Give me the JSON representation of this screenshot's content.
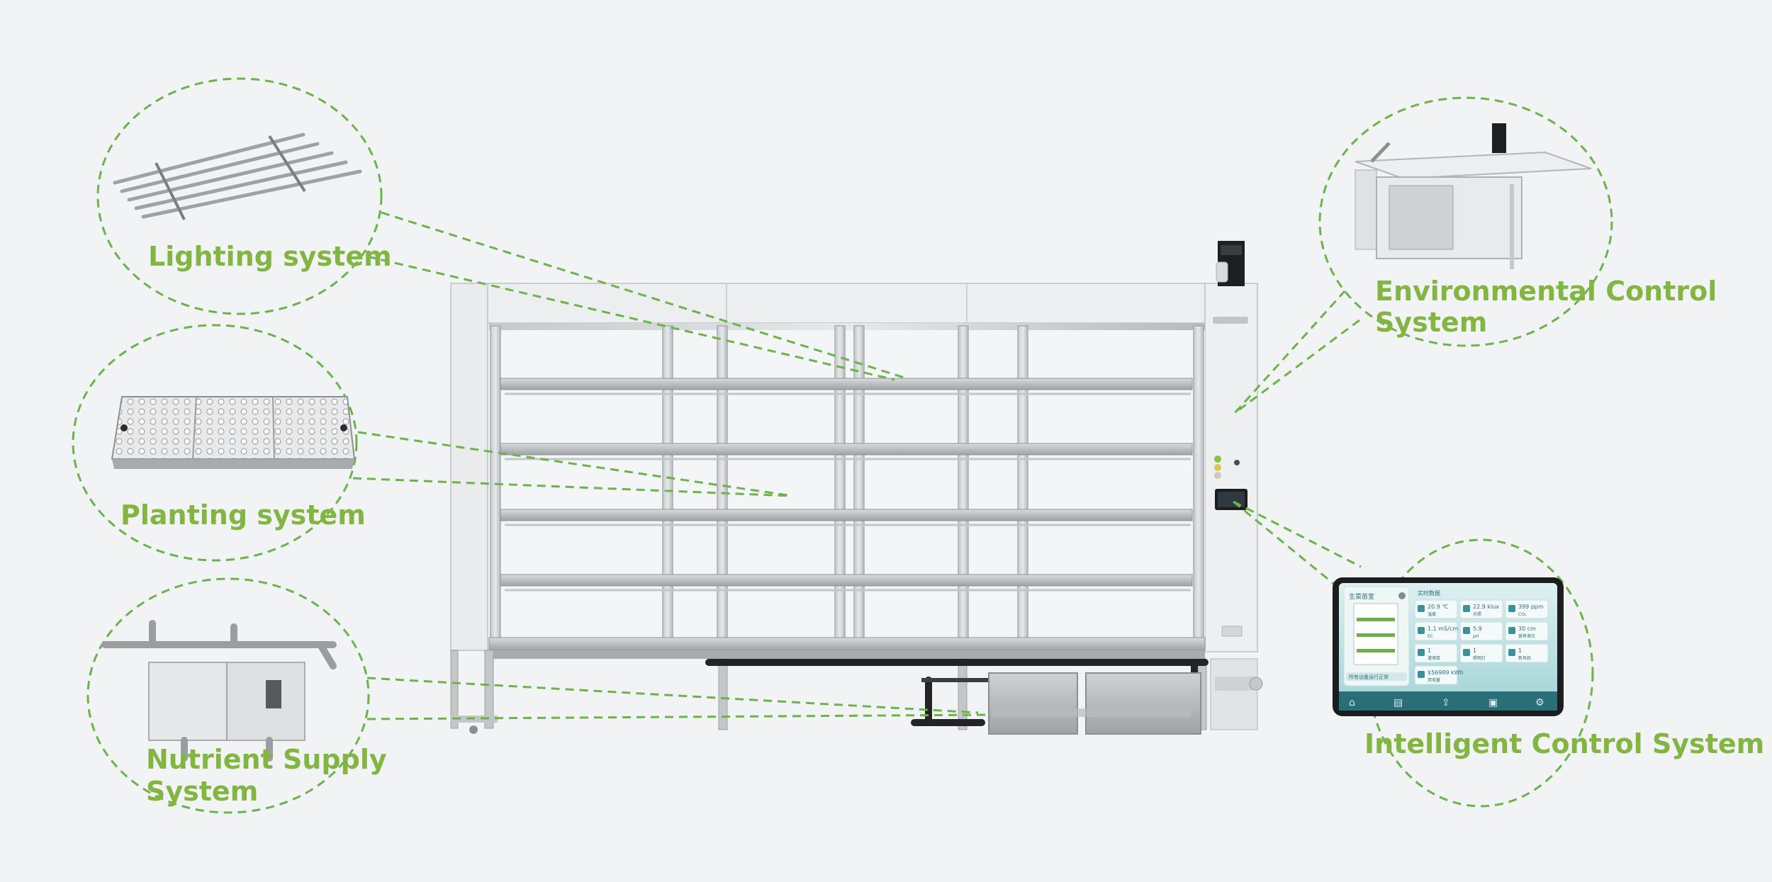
{
  "callouts": {
    "lighting": {
      "label": "Lighting system"
    },
    "planting": {
      "label": "Planting system"
    },
    "nutrient": {
      "line1": "Nutrient Supply",
      "line2": "System"
    },
    "environmental": {
      "line1": "Environmental Control",
      "line2": "System"
    },
    "intelligent": {
      "label": "Intelligent Control System"
    }
  },
  "tablet": {
    "panel_title": "生菜苗室",
    "panel_sub": "所有设备运行正常",
    "metrics_header": "实时数据",
    "metrics": [
      {
        "value": "20.9",
        "unit": "℃",
        "label": "温度"
      },
      {
        "value": "22.9",
        "unit": "klux",
        "label": "光照"
      },
      {
        "value": "399",
        "unit": "ppm",
        "label": "CO₂"
      },
      {
        "value": "1.1",
        "unit": "mS/cm",
        "label": "EC"
      },
      {
        "value": "5.9",
        "unit": "",
        "label": "pH"
      },
      {
        "value": "30",
        "unit": "cm",
        "label": "营养液位"
      },
      {
        "value": "1",
        "unit": "",
        "label": "灌溉泵"
      },
      {
        "value": "1",
        "unit": "",
        "label": "照明灯"
      },
      {
        "value": "1",
        "unit": "",
        "label": "新风机"
      },
      {
        "value": "$56989",
        "unit": "kWh",
        "label": "用电量"
      }
    ]
  },
  "colors": {
    "accent_green": "#82b541",
    "dashed_line": "#6bb34a",
    "background": "#f2f3f4",
    "frame_gray": "#b9bcbf",
    "tablet_teal": "#2a6f77"
  },
  "icons": [
    "home-icon",
    "list-icon",
    "upload-icon",
    "image-icon",
    "settings-icon"
  ]
}
